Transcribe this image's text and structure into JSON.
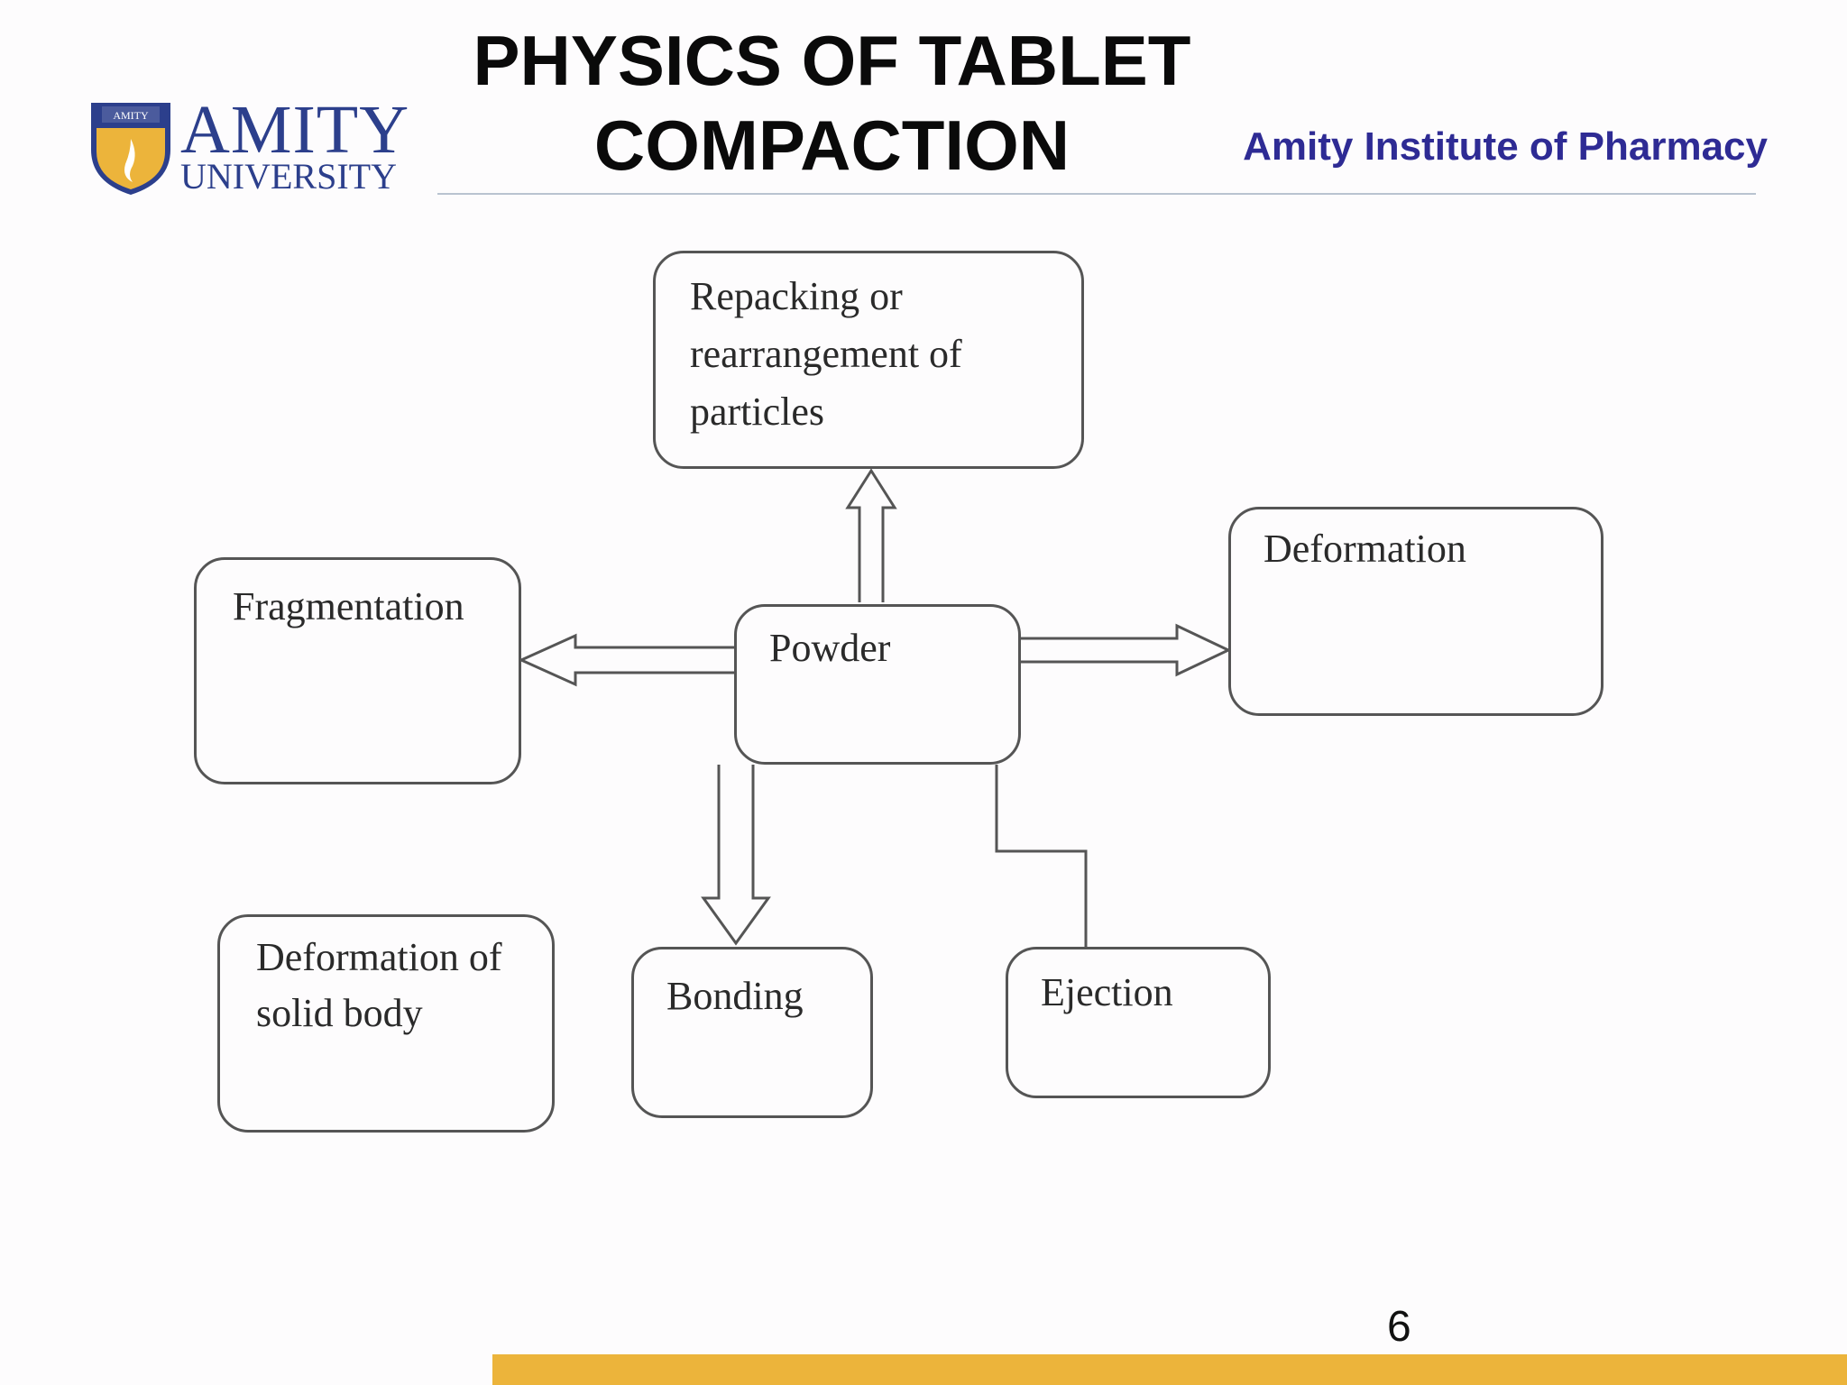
{
  "header": {
    "title_line1": "PHYSICS OF TABLET",
    "title_line2": "COMPACTION",
    "institute": "Amity Institute of Pharmacy",
    "logo_text": "AMITY",
    "logo_subtext": "UNIVERSITY",
    "logo_badge": "AMITY"
  },
  "diagram": {
    "powder": "Powder",
    "repacking": [
      "Repacking or",
      "rearrangement of",
      "particles"
    ],
    "deformation": "Deformation",
    "fragmentation": "Fragmentation",
    "deformation_solid": [
      "Deformation of",
      "solid body"
    ],
    "bonding": "Bonding",
    "ejection": "Ejection"
  },
  "footer": {
    "page_number": "6"
  },
  "colors": {
    "title": "#0a0a0a",
    "institute": "#2e2b94",
    "logo": "#2c3f8c",
    "footer_bar": "#ecb43b",
    "box_border": "#555555"
  }
}
